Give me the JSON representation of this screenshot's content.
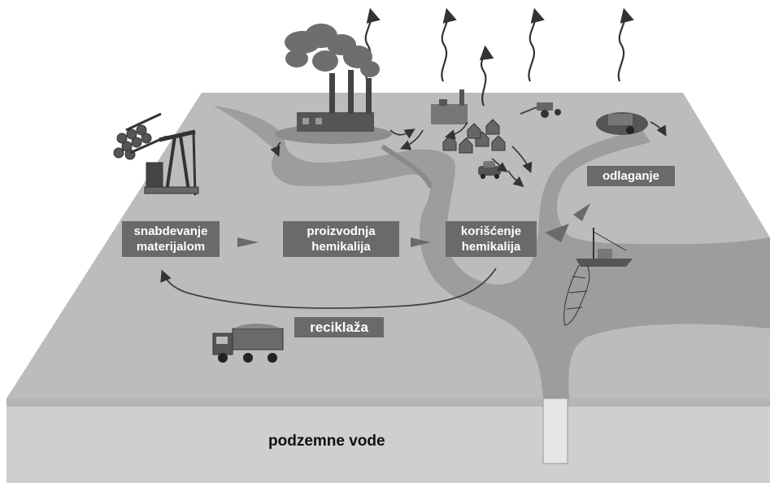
{
  "labels": {
    "supply": [
      "snabdevanje",
      "materijalom"
    ],
    "production": [
      "proizvodnja",
      "hemikalija"
    ],
    "use": [
      "korišćenje",
      "hemikalija"
    ],
    "disposal": "odlaganje",
    "recycling": "reciklaža",
    "groundwater": "podzemne vode"
  },
  "colors": {
    "surface": "#bdbdbd",
    "water": "#9c9c9c",
    "label_bg": "#6a6a6a",
    "side": "#d0d0d0"
  }
}
